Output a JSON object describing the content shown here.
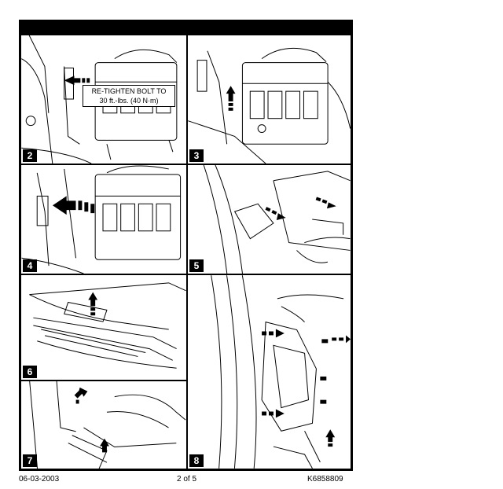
{
  "panels": [
    {
      "label": "2"
    },
    {
      "label": "3"
    },
    {
      "label": "4"
    },
    {
      "label": "5"
    },
    {
      "label": "6"
    },
    {
      "label": "7"
    },
    {
      "label": "8"
    }
  ],
  "callout": {
    "line1": "RE-TIGHTEN BOLT TO",
    "line2": "30 ft.-lbs. (40 N·m)"
  },
  "footer": {
    "date": "06-03-2003",
    "page": "2 of 5",
    "code": "K6858809"
  }
}
